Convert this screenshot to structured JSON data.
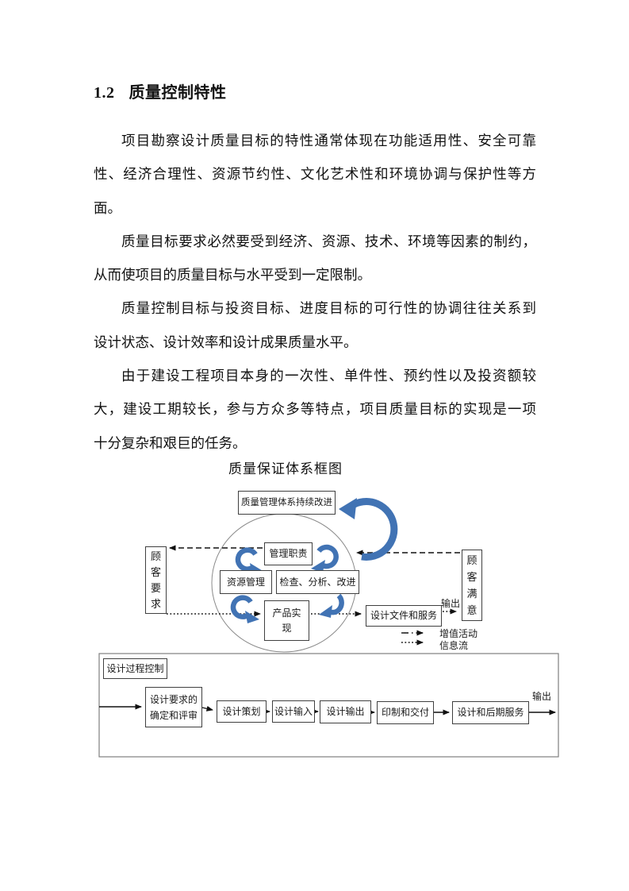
{
  "page": {
    "heading": {
      "number": "1.2",
      "title": "质量控制特性"
    },
    "paragraphs": [
      {
        "lines": [
          "项目勘察设计质量目标的特性通常体现在功能适用性、安全可靠",
          "性、经济合理性、资源节约性、文化艺术性和环境协调与保护性等方",
          "面。"
        ]
      },
      {
        "lines": [
          "质量目标要求必然要受到经济、资源、技术、环境等因素的制约，",
          "从而使项目的质量目标与水平受到一定限制。"
        ]
      },
      {
        "lines": [
          "质量控制目标与投资目标、进度目标的可行性的协调往往关系到",
          "设计状态、设计效率和设计成果质量水平。"
        ]
      },
      {
        "lines": [
          "由于建设工程项目本身的一次性、单件性、预约性以及投资额较",
          "大，建设工期较长，参与方众多等特点，项目质量目标的实现是一项",
          "十分复杂和艰巨的任务。"
        ]
      }
    ]
  },
  "diagram": {
    "title": "质量保证体系框图",
    "colors": {
      "arrow_blue": "#4173b4",
      "box_border": "#404040",
      "frame_gray": "#7f7f7f",
      "text": "#1a1a1a"
    },
    "boxes": {
      "improve": "质量管理体系持续改进",
      "management": "管理职责",
      "resource": "资源管理",
      "check": "检查、分析、改进",
      "product": "产品实现",
      "customer_req": "顾客要求",
      "customer_sat": "顾客满意",
      "design_docs": "设计文件和服务",
      "process_control": "设计过程控制",
      "req_review": "设计要求的确定和评审",
      "plan": "设计策划",
      "input": "设计输入",
      "output": "设计输出",
      "print": "印制和交付",
      "service": "设计和后期服务"
    },
    "labels": {
      "output_top": "输出",
      "output_bottom": "输出",
      "legend_value": "增值活动",
      "legend_info": "信息流"
    }
  }
}
